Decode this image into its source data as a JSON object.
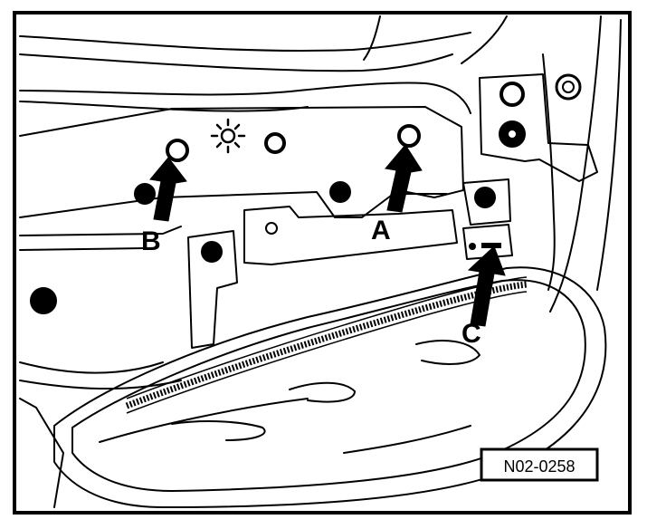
{
  "labels": {
    "a": "A",
    "b": "B",
    "c": "C"
  },
  "figure_code": "N02-0258"
}
